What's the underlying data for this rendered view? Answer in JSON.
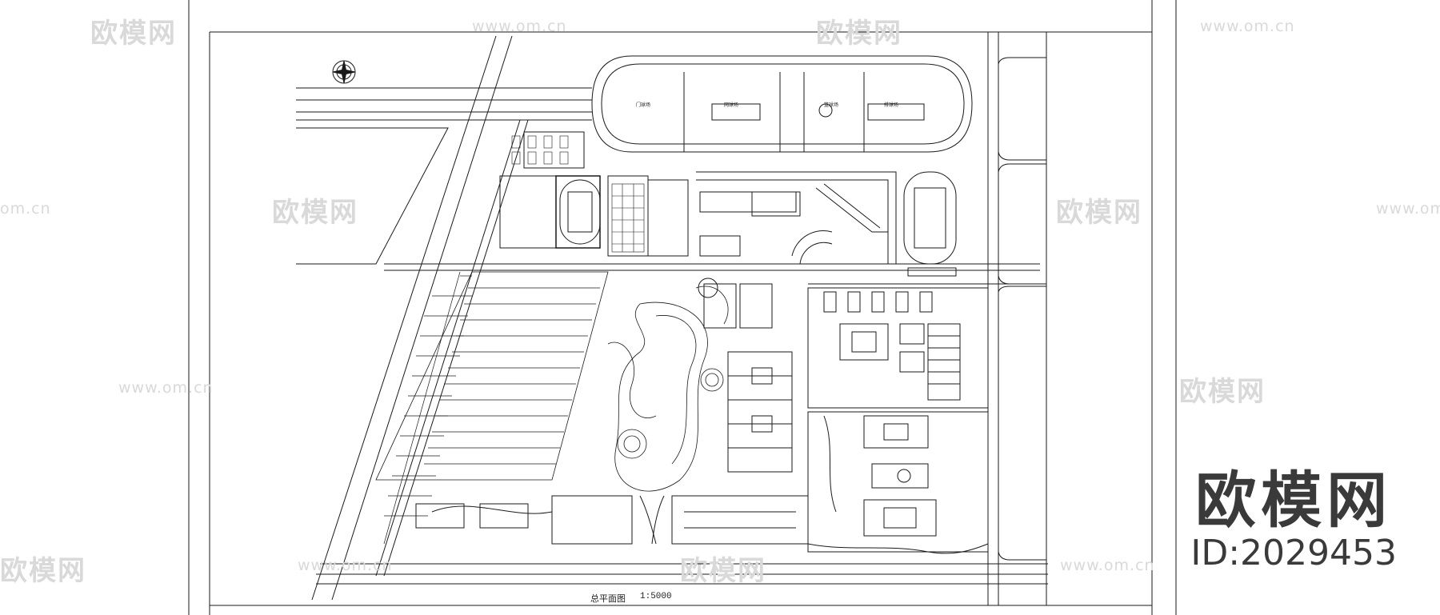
{
  "drawing": {
    "plan_title": "总平面图",
    "scale": "1:5000",
    "field_labels": [
      "门球场",
      "网球场",
      "篮球场",
      "排球场"
    ]
  },
  "watermark": {
    "brand": "欧模网",
    "url": "www.om.cn",
    "short_url": "om.cn"
  },
  "brand_block": {
    "name": "欧模网",
    "id": "ID:2029453"
  },
  "colors": {
    "line": "#1a1a1a",
    "watermark": "#d9d9d9",
    "brand_text": "#3a3a3a"
  }
}
